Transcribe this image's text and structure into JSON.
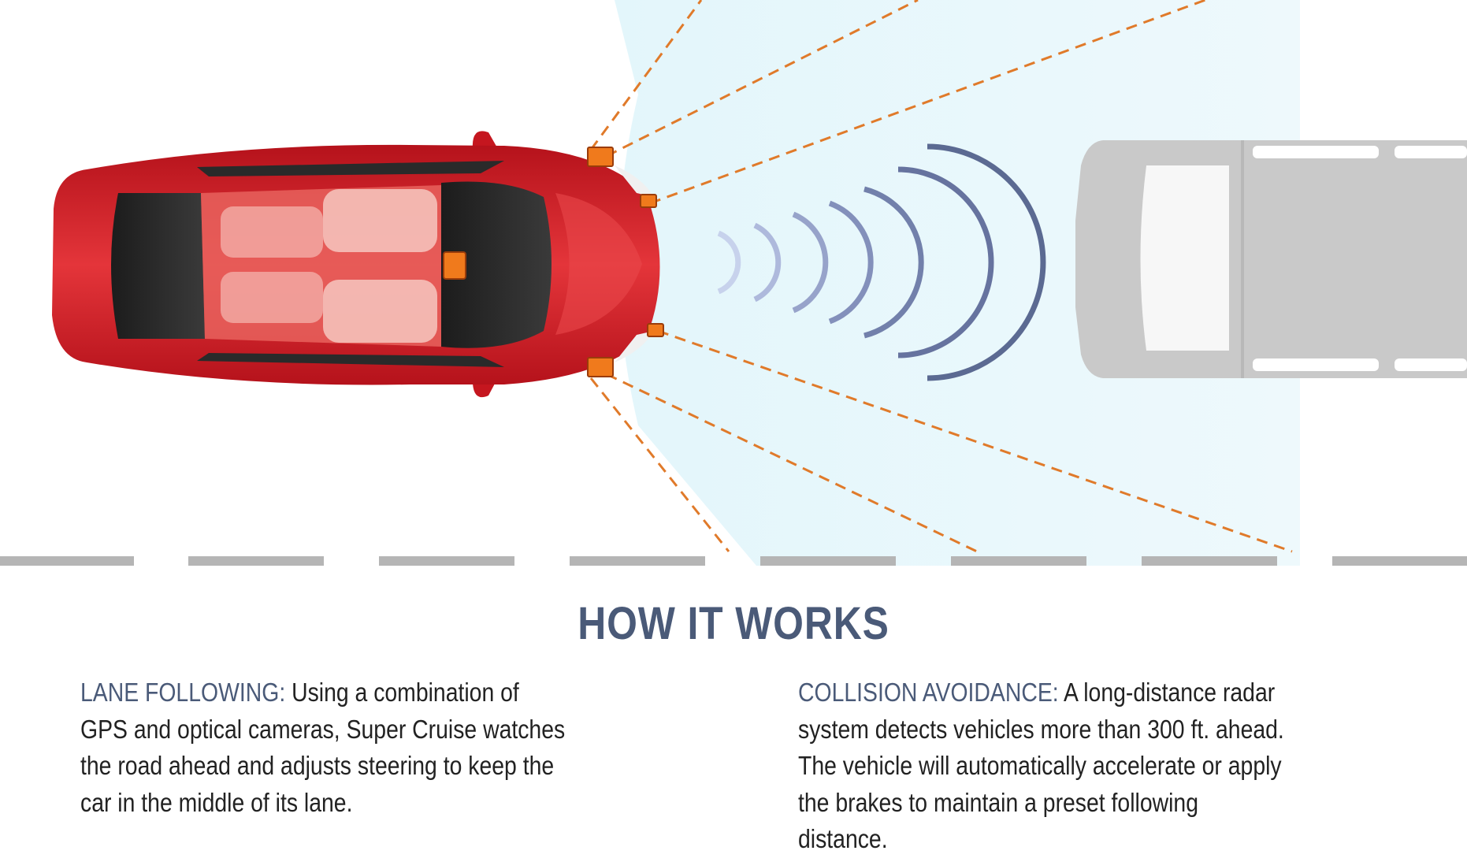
{
  "heading": "HOW IT WORKS",
  "lane_following": {
    "label": "LANE FOLLOWING:",
    "text": "Using a combination of GPS and optical cameras, Super Cruise watches the road ahead and adjusts steering to keep the car in the middle of its lane."
  },
  "collision_avoidance": {
    "label": "COLLISION AVOIDANCE:",
    "text": "A long-distance radar system detects vehicles more than 300 ft. ahead. The vehicle will automatically accelerate or apply the brakes to maintain a preset following distance."
  },
  "colors": {
    "heading": "#4a5a78",
    "car": "#d8232a",
    "sensor": "#f07a1c",
    "radar_waves": "#5b6a92",
    "lead_vehicle": "#c9c9c9",
    "detection_zone": "#eaf7fb",
    "lane_marking": "#b5b5b5"
  }
}
